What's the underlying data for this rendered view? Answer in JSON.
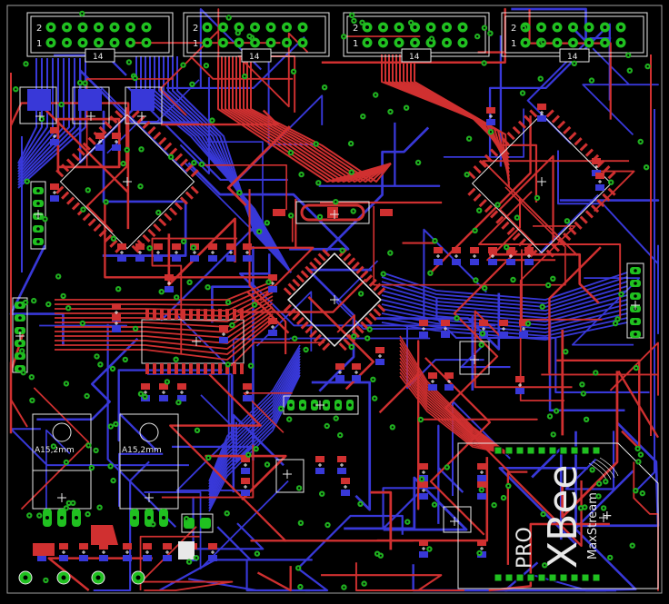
{
  "board": {
    "colors": {
      "background": "#000000",
      "top_copper": "#d03030",
      "bottom_copper": "#3838d8",
      "silkscreen": "#e8e8e8",
      "via": "#20b020",
      "pad": "#20c020",
      "outline": "#a0a0a0"
    }
  },
  "connectors": [
    {
      "pin2": "2",
      "pin1": "1",
      "label": "14"
    },
    {
      "pin2": "2",
      "pin1": "1",
      "label": "14"
    },
    {
      "pin2": "2",
      "pin1": "1",
      "label": "14"
    },
    {
      "pin2": "2",
      "pin1": "1",
      "label": "14"
    }
  ],
  "regulators": [
    {
      "label": "A15,2mm"
    },
    {
      "label": "A15,2mm"
    }
  ],
  "xbee": {
    "pro": "PRO",
    "name": "XBee",
    "maker": "MaxStream"
  }
}
